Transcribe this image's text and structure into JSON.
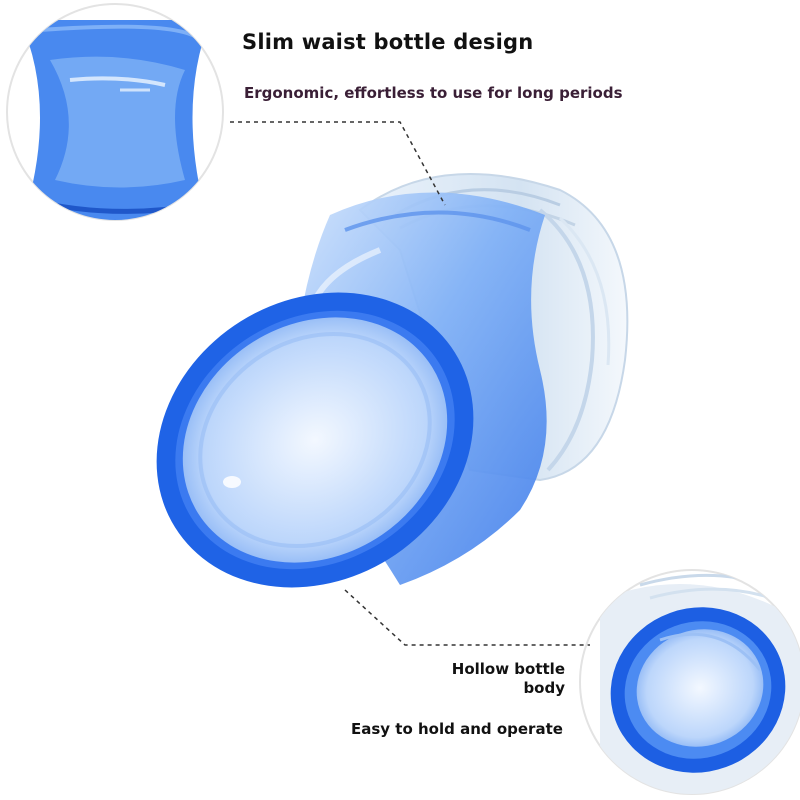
{
  "headline": "Slim waist bottle design",
  "subheadline": "Ergonomic, effortless to use for long periods",
  "callout_hollow": {
    "line1": "Hollow bottle",
    "line2": "body"
  },
  "callout_easy": "Easy to hold and operate",
  "colors": {
    "bottle_blue": "#1f63e6",
    "rim_blue": "#1a5ae0",
    "clear_cap": "#d9e6f3",
    "text": "#111111",
    "subtext": "#3a1f36"
  }
}
